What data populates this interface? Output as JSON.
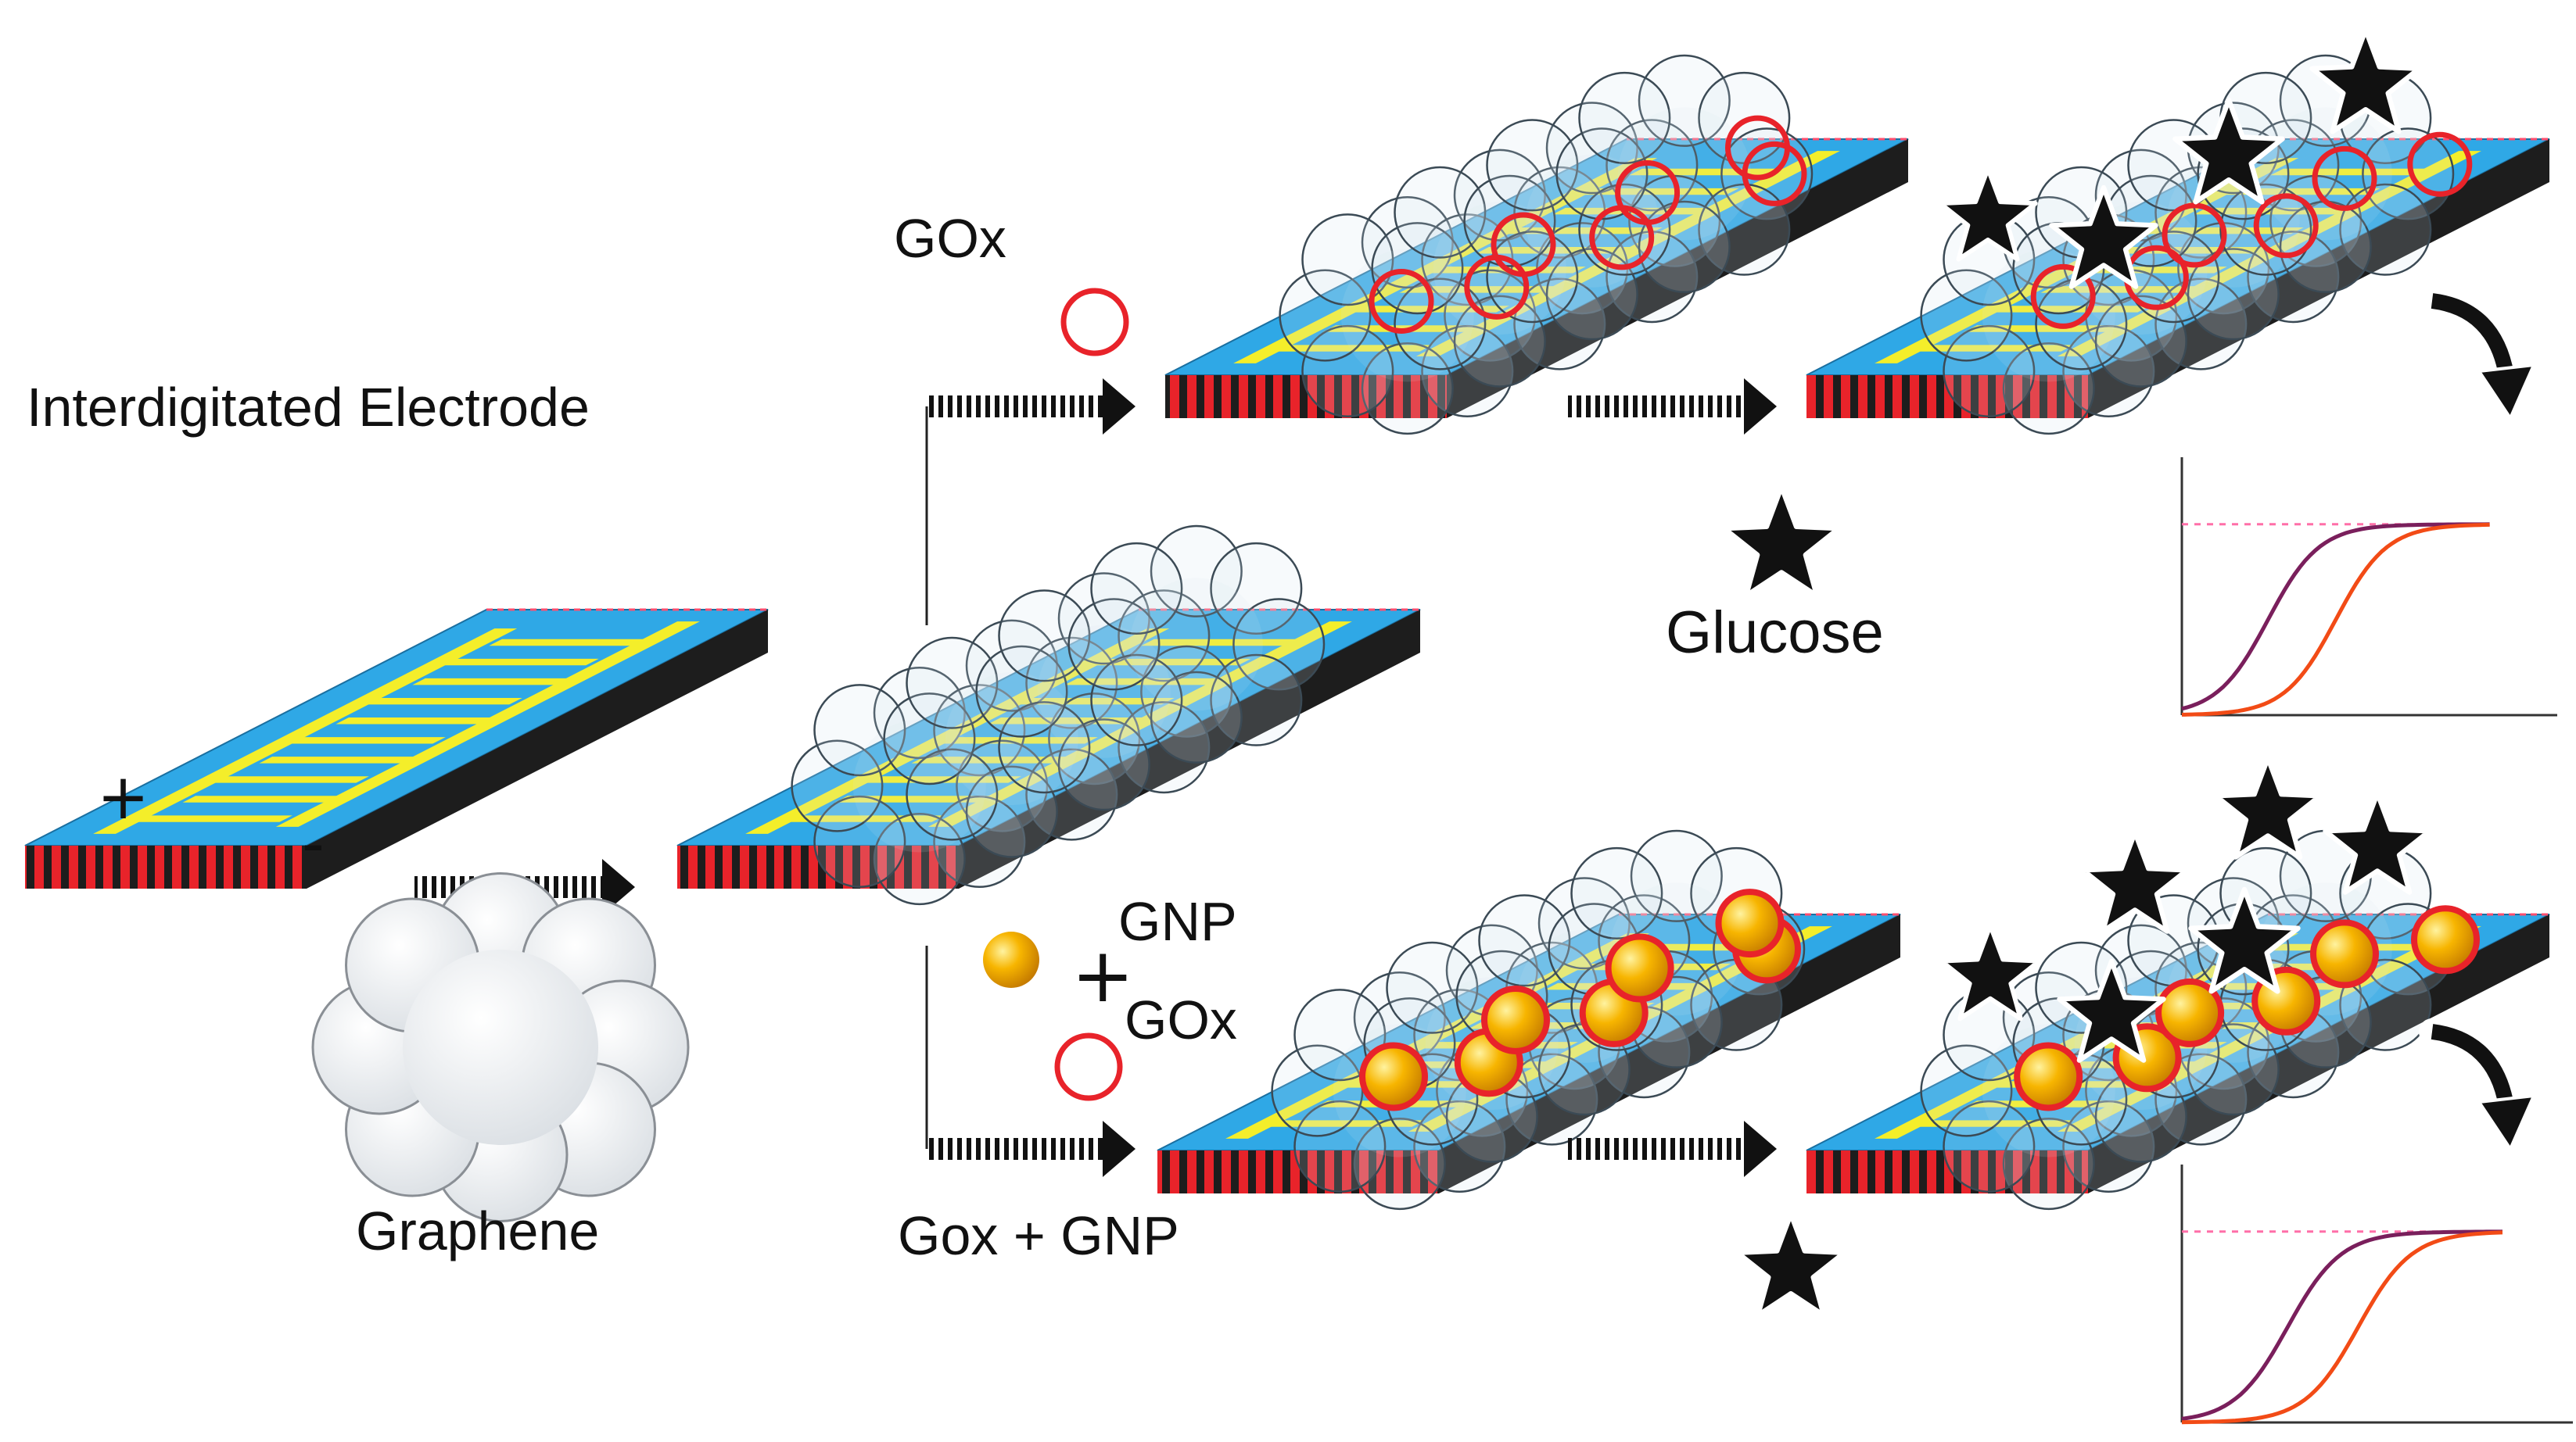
{
  "labels": {
    "interdigitated_electrode": "Interdigitated Electrode",
    "graphene": "Graphene",
    "gox": "GOx",
    "glucose": "Glucose",
    "gnp": "GNP",
    "gox_lower": "GOx",
    "gox_plus_gnp": "Gox + GNP",
    "electrode_plus": "+",
    "electrode_minus": "-",
    "combine_plus": "+"
  },
  "colors": {
    "substrate_top": "#2fa8e6",
    "substrate_side": "#1d1d1d",
    "edge_stripes": "#e8232a",
    "electrode": "#f4ee2a",
    "gox_ring": "#e8232a",
    "gnp_fill": "#f7b500",
    "glucose": "#111111",
    "curve_1": "#7a1f5c",
    "curve_2": "#f24b16",
    "saturation_line": "#ff6fa8"
  },
  "icons": [
    "arrow-icon",
    "cloud-icon",
    "star-icon",
    "circle-icon",
    "gold-sphere-icon",
    "curved-arrow-icon"
  ]
}
